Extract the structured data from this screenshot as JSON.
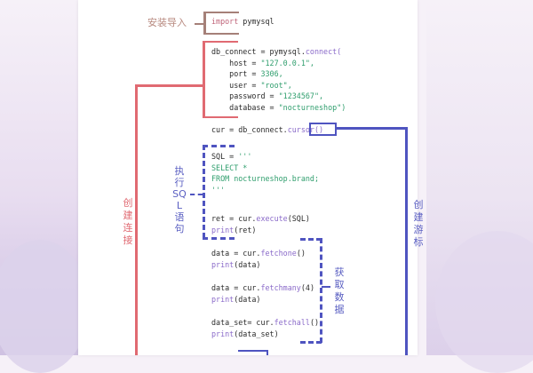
{
  "labels": {
    "install_import": "安装导入",
    "create_connection": "创建连接",
    "create_cursor": "创建游标",
    "execute_sql": "执行SQL语句",
    "fetch_data": "获取数据"
  },
  "code": {
    "import_kw": "import",
    "import_mod": " pymysql",
    "connect_pre": "db_connect = pymysql.",
    "connect_fn": "connect(",
    "host_k": "host = ",
    "host_v": "\"127.0.0.1\",",
    "port_k": "port = ",
    "port_v": "3306,",
    "user_k": "user = ",
    "user_v": "\"root\",",
    "pass_k": "password = ",
    "pass_v": "\"1234567\",",
    "db_k": "database = ",
    "db_v": "\"nocturneshop\")",
    "cursor_pre": "cur = db_connect.",
    "cursor_fn": "cursor()",
    "sql_assign": "SQL = ",
    "sql_open": "'''",
    "sql_select": "SELECT *",
    "sql_from": "FROM nocturneshop.brand;",
    "sql_close": "'''",
    "exec_pre": "ret = cur.",
    "exec_fn": "execute",
    "exec_post": "(SQL)",
    "print_ret_fn": "print",
    "print_ret_arg": "(ret)",
    "fetchone_pre": "data = cur.",
    "fetchone_fn": "fetchone",
    "fetchone_post": "()",
    "print1_fn": "print",
    "print1_arg": "(data)",
    "fetchmany_pre": "data = cur.",
    "fetchmany_fn": "fetchmany",
    "fetchmany_post": "(4)",
    "print2_fn": "print",
    "print2_arg": "(data)",
    "fetchall_pre": "data_set= cur.",
    "fetchall_fn": "fetchall",
    "fetchall_post": "()",
    "print3_fn": "print",
    "print3_arg": "(data_set)"
  },
  "colors": {
    "connection": "#e06a72",
    "cursor": "#4f54c0",
    "import": "#a58078"
  }
}
